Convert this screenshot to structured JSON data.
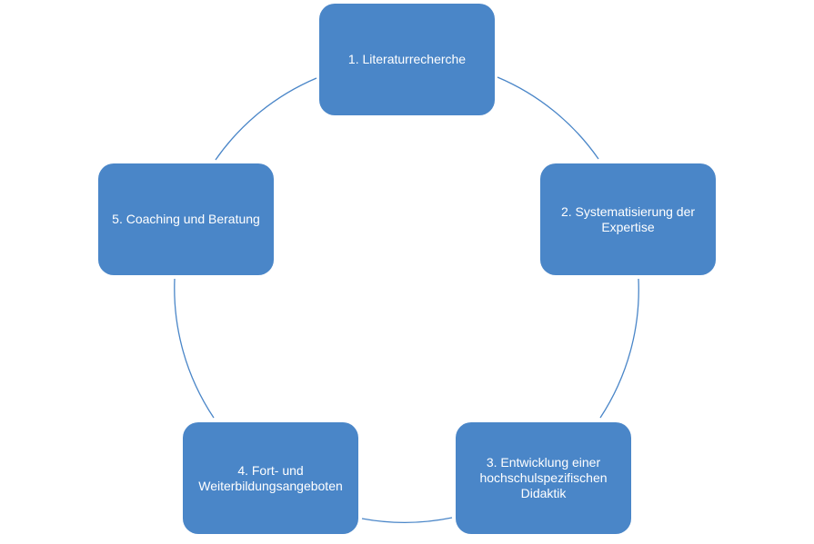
{
  "diagram": {
    "type": "cycle",
    "colors": {
      "node_fill": "#4a86c8",
      "connector": "#4a86c8",
      "text": "#ffffff"
    },
    "steps": [
      {
        "label": "1. Literaturrecherche"
      },
      {
        "label": "2. Systematisierung der\nExpertise"
      },
      {
        "label": "3. Entwicklung einer\nhochschulspezifischen\nDidaktik"
      },
      {
        "label": "4. Fort- und\nWeiterbildungsangeboten"
      },
      {
        "label": "5. Coaching und Beratung"
      }
    ],
    "connections": [
      {
        "from": 1,
        "to": 2
      },
      {
        "from": 2,
        "to": 3
      },
      {
        "from": 3,
        "to": 4
      },
      {
        "from": 4,
        "to": 5
      },
      {
        "from": 5,
        "to": 1
      }
    ]
  }
}
